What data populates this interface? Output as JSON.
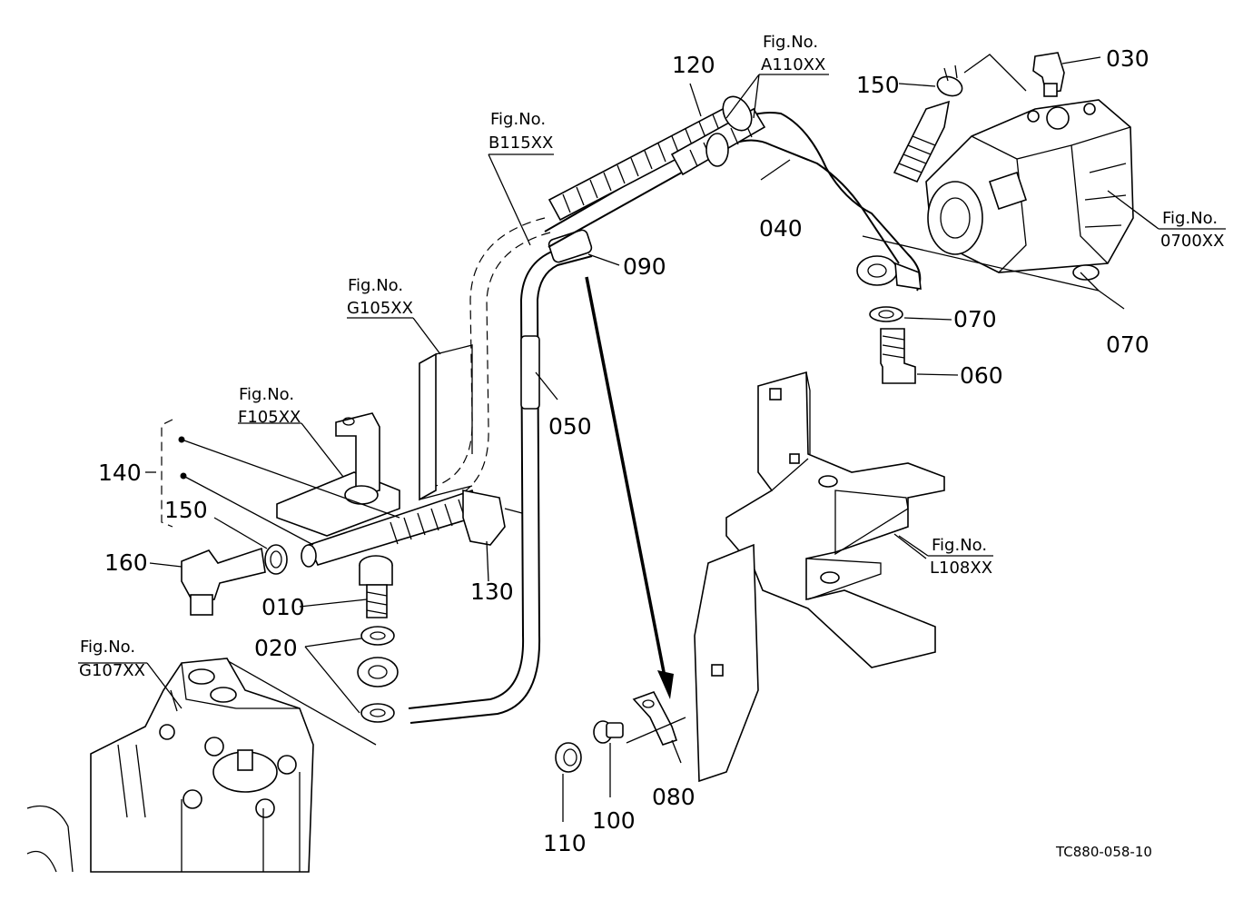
{
  "part_numbers": {
    "p010": "010",
    "p020": "020",
    "p030": "030",
    "p040": "040",
    "p050": "050",
    "p060": "060",
    "p070a": "070",
    "p070b": "070",
    "p080": "080",
    "p090": "090",
    "p100": "100",
    "p110": "110",
    "p120": "120",
    "p130": "130",
    "p140": "140",
    "p150a": "150",
    "p150b": "150",
    "p160": "160"
  },
  "figure_refs": {
    "a110": {
      "prefix": "Fig.No.",
      "code": "A110XX"
    },
    "b115": {
      "prefix": "Fig.No.",
      "code": "B115XX"
    },
    "g105": {
      "prefix": "Fig.No.",
      "code": "G105XX"
    },
    "f105": {
      "prefix": "Fig.No.",
      "code": "F105XX"
    },
    "o700": {
      "prefix": "Fig.No.",
      "code": "0700XX"
    },
    "l108": {
      "prefix": "Fig.No.",
      "code": "L108XX"
    },
    "g107": {
      "prefix": "Fig.No.",
      "code": "G107XX"
    }
  },
  "drawing_code": "TC880-058-10"
}
